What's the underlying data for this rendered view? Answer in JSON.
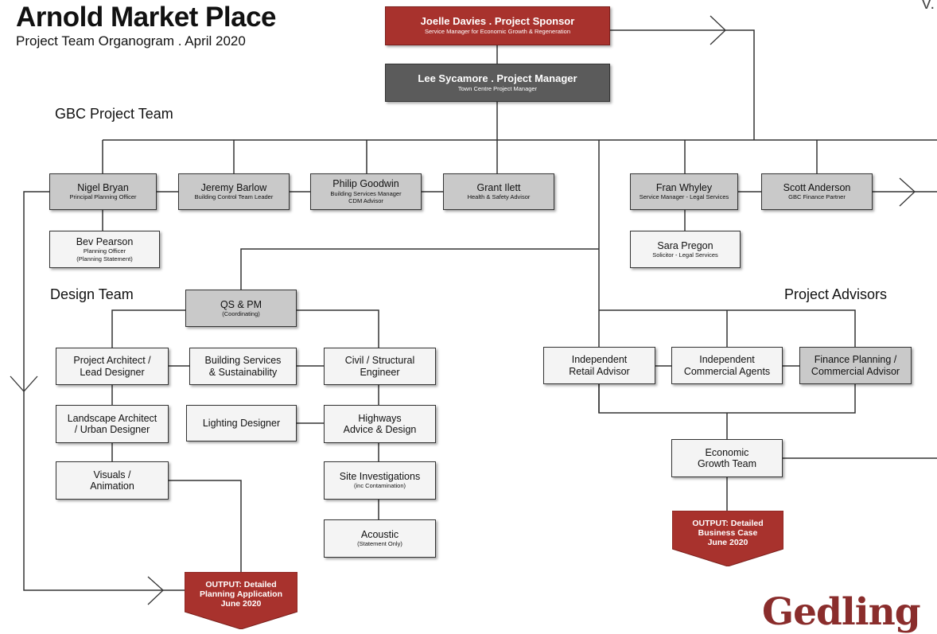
{
  "header": {
    "title": "Arnold Market Place",
    "subtitle": "Project Team Organogram . April 2020",
    "version": "V."
  },
  "sections": {
    "gbc": "GBC Project Team",
    "design": "Design Team",
    "advisors": "Project Advisors"
  },
  "leadership": {
    "sponsor": {
      "name": "Joelle Davies . Project Sponsor",
      "role": "Service Manager for Economic Growth & Regeneration"
    },
    "manager": {
      "name": "Lee Sycamore . Project Manager",
      "role": "Town Centre Project Manager"
    }
  },
  "gbc_team": {
    "nigel": {
      "name": "Nigel Bryan",
      "role": "Principal Planning Officer"
    },
    "jeremy": {
      "name": "Jeremy Barlow",
      "role": "Building Control Team Leader"
    },
    "philip": {
      "name": "Philip Goodwin",
      "role": "Building Services Manager",
      "role2": "CDM Advisor"
    },
    "grant": {
      "name": "Grant Ilett",
      "role": "Health & Safety Advisor"
    },
    "bev": {
      "name": "Bev Pearson",
      "role": "Planning Officer",
      "role2": "(Planning Statement)"
    },
    "fran": {
      "name": "Fran Whyley",
      "role": "Service Manager - Legal Services"
    },
    "scott": {
      "name": "Scott  Anderson",
      "role": "GBC Finance Partner"
    },
    "sara": {
      "name": "Sara Pregon",
      "role": "Solicitor  - Legal Services"
    }
  },
  "design_team": {
    "qs": {
      "name": "QS & PM",
      "role": "(Coordinating)"
    },
    "architect": {
      "line1": "Project Architect /",
      "line2": "Lead Designer"
    },
    "services": {
      "line1": "Building Services",
      "line2": "& Sustainability"
    },
    "civil": {
      "line1": "Civil / Structural",
      "line2": "Engineer"
    },
    "landscape": {
      "line1": "Landscape Architect",
      "line2": "/ Urban Designer"
    },
    "lighting": {
      "line1": "Lighting Designer"
    },
    "highways": {
      "line1": "Highways",
      "line2": "Advice & Design"
    },
    "visuals": {
      "line1": "Visuals /",
      "line2": "Animation"
    },
    "site": {
      "name": "Site Investigations",
      "role": "(inc Contamination)"
    },
    "acoustic": {
      "name": "Acoustic",
      "role": "(Statement Only)"
    }
  },
  "advisors": {
    "retail": {
      "line1": "Independent",
      "line2": "Retail Advisor"
    },
    "commercial": {
      "line1": "Independent",
      "line2": "Commercial Agents"
    },
    "finance": {
      "line1": "Finance Planning /",
      "line2": "Commercial Advisor"
    },
    "economic": {
      "line1": "Economic",
      "line2": "Growth Team"
    }
  },
  "outputs": {
    "planning": {
      "line1": "OUTPUT: Detailed",
      "line2": "Planning Application",
      "line3": "June 2020"
    },
    "business": {
      "line1": "OUTPUT: Detailed",
      "line2": "Business Case",
      "line3": "June 2020"
    }
  },
  "logo": {
    "text": "Gedling"
  },
  "colors": {
    "red": "#a8322d",
    "dark_grey": "#5b5b5b",
    "light_grey": "#c9c9c9",
    "box_fill": "#f4f4f4",
    "logo": "#8a2d2c"
  }
}
